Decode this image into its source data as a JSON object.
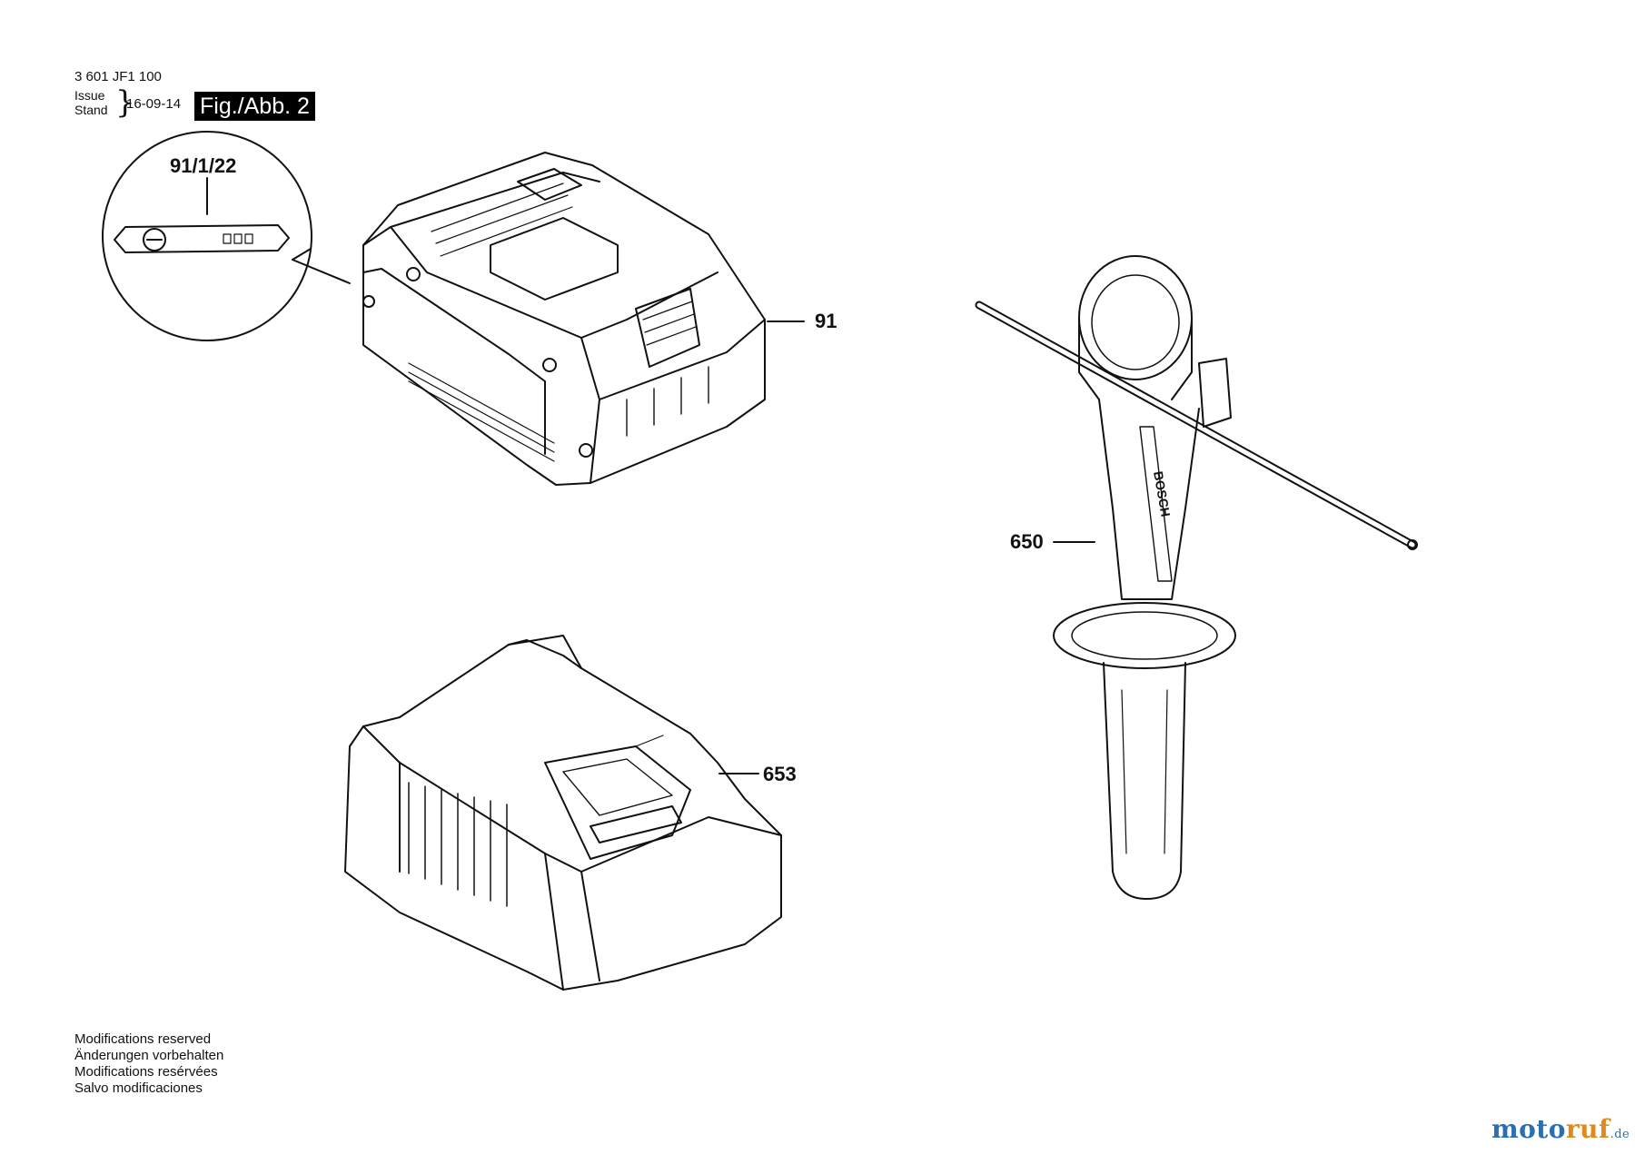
{
  "header": {
    "part_number": "3 601 JF1 100",
    "issue_label": "Issue",
    "stand_label": "Stand",
    "date": "16-09-14",
    "figure": "Fig./Abb. 2"
  },
  "callouts": {
    "detail": "91/1/22",
    "battery": "91",
    "handle": "650",
    "charger": "653"
  },
  "footer": {
    "lines": [
      "Modifications reserved",
      "Änderungen vorbehalten",
      "Modifications resérvées",
      "Salvo modificaciones"
    ]
  },
  "watermark": {
    "main": "moto",
    "accent": "ruf",
    "tld": ".de"
  },
  "handle_brand": "BOSCH"
}
